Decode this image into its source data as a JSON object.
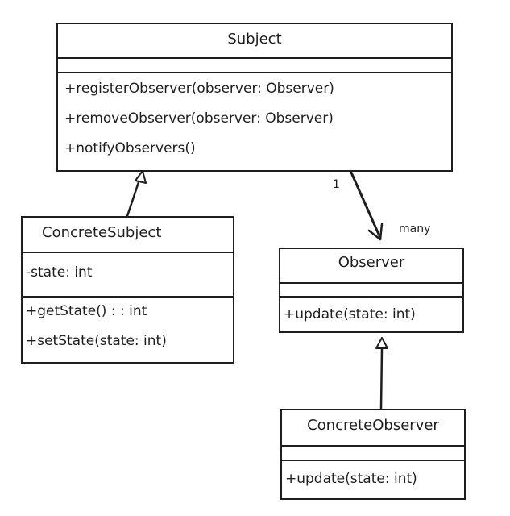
{
  "diagram": {
    "subject": {
      "name": "Subject",
      "operations": [
        "+registerObserver(observer: Observer)",
        "+removeObserver(observer: Observer)",
        "+notifyObservers()"
      ]
    },
    "concrete_subject": {
      "name": "ConcreteSubject",
      "attributes": [
        "-state: int"
      ],
      "operations": [
        "+getState() : : int",
        "+setState(state: int)"
      ]
    },
    "observer": {
      "name": "Observer",
      "operations": [
        "+update(state: int)"
      ]
    },
    "concrete_observer": {
      "name": "ConcreteObserver",
      "operations": [
        "+update(state: int)"
      ]
    },
    "association": {
      "source_multiplicity": "1",
      "target_multiplicity": "many"
    },
    "colors": {
      "stroke": "#1e1e1e",
      "background": "#ffffff"
    }
  }
}
